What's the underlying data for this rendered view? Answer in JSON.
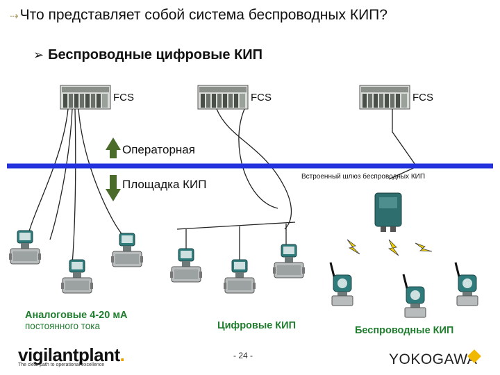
{
  "title": "Что представляет собой система беспроводных КИП?",
  "subtitle": "Беспроводные цифровые КИП",
  "fcs_labels": [
    "FCS",
    "FCS",
    "FCS"
  ],
  "zones": {
    "upper": "Операторная",
    "lower": "Площадка КИП"
  },
  "gateway_label": "Встроенный шлюз беспроводных КИП",
  "captions": {
    "analog_line1": "Аналоговые 4-20 мА",
    "analog_line2": "постоянного тока",
    "digital": "Цифровые КИП",
    "wireless": "Беспроводные КИП"
  },
  "footer": {
    "page": "- 24 -",
    "brand": "vigilantplant",
    "brand_dot": ".",
    "tagline": "The clear path to operational excellence",
    "company": "YOKOGAWA"
  },
  "colors": {
    "divider": "#2233dd",
    "arrow": "#4a6b2a",
    "caption": "#1f7d2e",
    "accent": "#f0b800"
  }
}
